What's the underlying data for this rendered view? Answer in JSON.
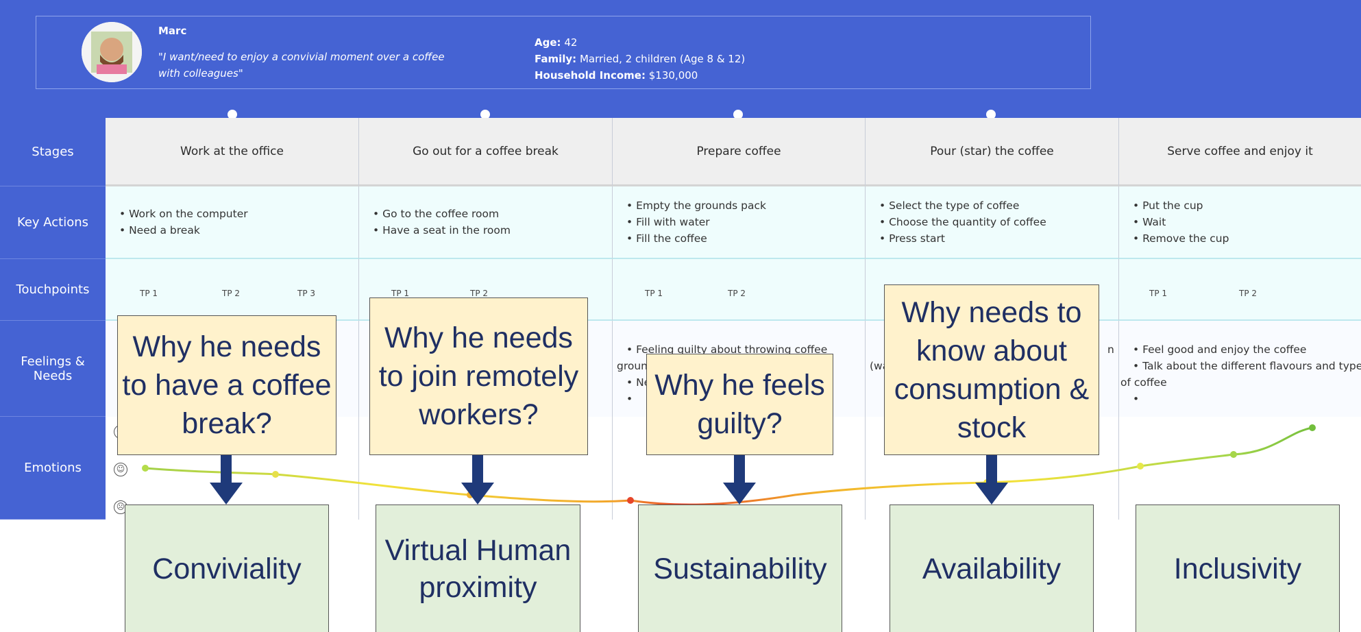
{
  "persona": {
    "name": "Marc",
    "quote": "\"I want/need to enjoy a convivial moment over a coffee with colleagues\"",
    "age_label": "Age:",
    "age_value": "42",
    "family_label": "Family:",
    "family_value": "Married, 2 children (Age 8 & 12)",
    "income_label": "Household Income:",
    "income_value": "$130,000"
  },
  "rows": {
    "stages": "Stages",
    "key_actions": "Key Actions",
    "touchpoints": "Touchpoints",
    "feelings": "Feelings & Needs",
    "emotions": "Emotions"
  },
  "columns": [
    {
      "stage": "Work at the office",
      "actions": [
        "• Work on the computer",
        "• Need a break"
      ],
      "tps": [
        "TP 1",
        "TP 2",
        "TP 3"
      ],
      "feelings": []
    },
    {
      "stage": "Go out for a coffee break",
      "actions": [
        "• Go to the coffee room",
        "• Have a seat in the room"
      ],
      "tps": [
        "TP 1",
        "TP 2"
      ],
      "feelings": []
    },
    {
      "stage": "Prepare coffee",
      "actions": [
        "• Empty the grounds pack",
        "• Fill with water",
        "• Fill the coffee"
      ],
      "tps": [
        "TP 1",
        "TP 2"
      ],
      "feelings": [
        "• Feeling guilty about throwing coffee",
        "groun",
        "• Ne",
        "•"
      ]
    },
    {
      "stage": "Pour (star) the coffee",
      "actions": [
        "• Select the type of coffee",
        "• Choose the quantity of coffee",
        "• Press start"
      ],
      "tps": [],
      "feelings": [
        "n",
        "(wa"
      ]
    },
    {
      "stage": "Serve coffee and enjoy it",
      "actions": [
        "• Put the cup",
        "• Wait",
        "• Remove the cup"
      ],
      "tps": [
        "TP 1",
        "TP 2"
      ],
      "feelings": [
        "• Feel good and enjoy the coffee",
        "• Talk about the different flavours and types",
        "of coffee",
        "•"
      ]
    }
  ],
  "questions": [
    "Why he needs to have a coffee break?",
    "Why he needs to join remotely workers?",
    "Why he feels guilty?",
    "Why needs to know about consumption & stock"
  ],
  "values": [
    "Conviviality",
    "Virtual Human proximity",
    "Sustainability",
    "Availability",
    "Inclusivity"
  ],
  "colors": {
    "band": "#4563d3",
    "question_note": "#fff2cc",
    "value_note": "#e2efda",
    "arrow": "#1f3a7a"
  }
}
